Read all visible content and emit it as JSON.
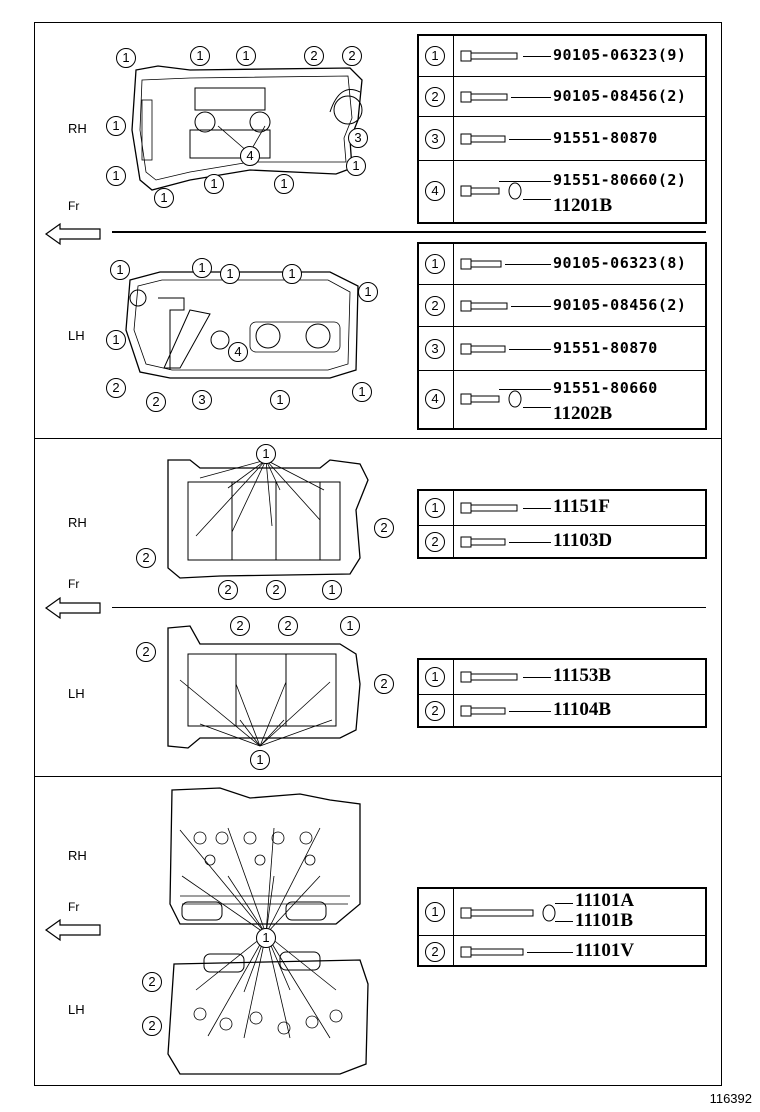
{
  "image_id_label": "116392",
  "section1": {
    "direction_label": "Fr",
    "rh": {
      "label": "RH",
      "table": [
        {
          "num": "1",
          "parts": [
            "90105-06323(9)"
          ]
        },
        {
          "num": "2",
          "parts": [
            "90105-08456(2)"
          ]
        },
        {
          "num": "3",
          "parts": [
            "91551-80870"
          ]
        },
        {
          "num": "4",
          "parts": [
            "91551-80660(2)",
            "11201B"
          ]
        }
      ]
    },
    "lh": {
      "label": "LH",
      "table": [
        {
          "num": "1",
          "parts": [
            "90105-06323(8)"
          ]
        },
        {
          "num": "2",
          "parts": [
            "90105-08456(2)"
          ]
        },
        {
          "num": "3",
          "parts": [
            "91551-80870"
          ]
        },
        {
          "num": "4",
          "parts": [
            "91551-80660",
            "11202B"
          ]
        }
      ]
    }
  },
  "section2": {
    "direction_label": "Fr",
    "rh": {
      "label": "RH",
      "table": [
        {
          "num": "1",
          "parts": [
            "11151F"
          ]
        },
        {
          "num": "2",
          "parts": [
            "11103D"
          ]
        }
      ]
    },
    "lh": {
      "label": "LH",
      "table": [
        {
          "num": "1",
          "parts": [
            "11153B"
          ]
        },
        {
          "num": "2",
          "parts": [
            "11104B"
          ]
        }
      ]
    }
  },
  "section3": {
    "direction_label": "Fr",
    "rh_label": "RH",
    "lh_label": "LH",
    "table": [
      {
        "num": "1",
        "parts": [
          "11101A",
          "11101B"
        ]
      },
      {
        "num": "2",
        "parts": [
          "11101V"
        ]
      }
    ]
  },
  "callouts": {
    "s1_rh": [
      "1",
      "1",
      "1",
      "2",
      "2",
      "1",
      "3",
      "1",
      "1",
      "1",
      "1",
      "1",
      "4"
    ],
    "s1_lh": [
      "1",
      "1",
      "1",
      "1",
      "1",
      "1",
      "2",
      "2",
      "3",
      "1",
      "4"
    ],
    "s2_rh": [
      "1",
      "2",
      "2",
      "2",
      "2",
      "1"
    ],
    "s2_lh": [
      "2",
      "2",
      "2",
      "1",
      "2",
      "1"
    ],
    "s3": [
      "1",
      "2",
      "2"
    ]
  }
}
